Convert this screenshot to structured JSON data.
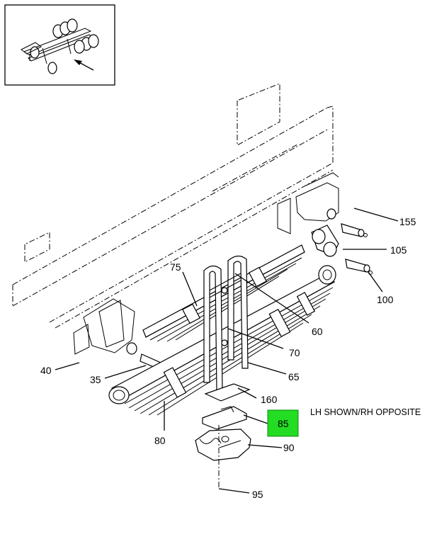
{
  "callouts": {
    "c155": "155",
    "c105": "105",
    "c100": "100",
    "c75": "75",
    "c60": "60",
    "c70": "70",
    "c65": "65",
    "c40": "40",
    "c35": "35",
    "c160": "160",
    "c85": "85",
    "c90": "90",
    "c80": "80",
    "c95": "95"
  },
  "note": "LH SHOWN/RH OPPOSITE",
  "highlight": {
    "part": "85",
    "color": "#22dd22"
  }
}
